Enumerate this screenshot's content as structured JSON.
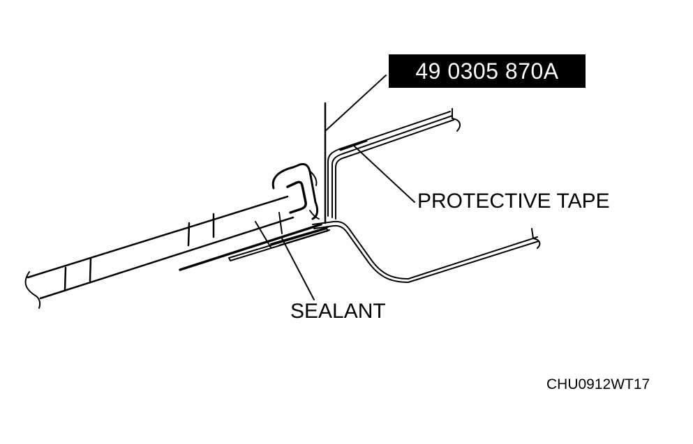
{
  "diagram": {
    "part_number": "49 0305 870A",
    "labels": {
      "protective_tape": "PROTECTIVE TAPE",
      "sealant": "SEALANT"
    },
    "figure_code": "CHU0912WT17",
    "colors": {
      "ink": "#000000",
      "background": "#ffffff",
      "badge_text": "#ffffff"
    }
  }
}
